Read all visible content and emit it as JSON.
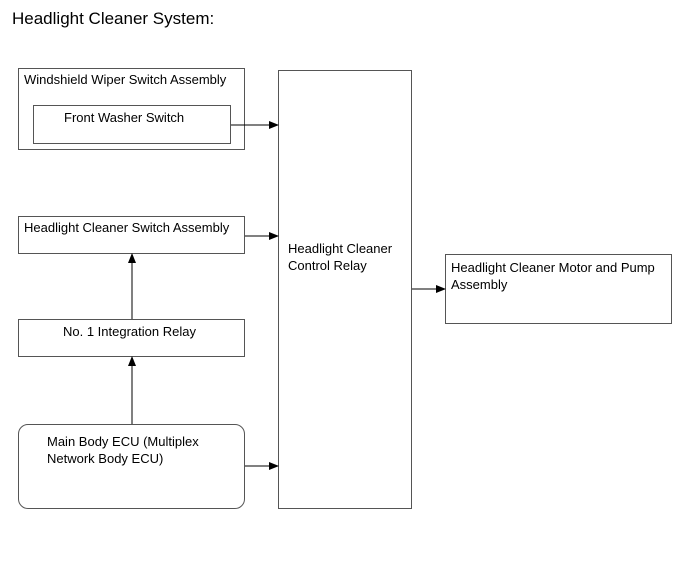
{
  "title": "Headlight Cleaner System:",
  "blocks": {
    "wiper_switch_assembly": "Windshield Wiper Switch Assembly",
    "front_washer_switch": "Front Washer Switch",
    "headlight_cleaner_switch_assembly": "Headlight Cleaner Switch Assembly",
    "integration_relay": "No. 1 Integration Relay",
    "main_body_ecu": "Main Body ECU (Multiplex\nNetwork Body ECU)",
    "control_relay": "Headlight Cleaner\nControl Relay",
    "motor_pump_assembly": "Headlight Cleaner Motor and Pump\nAssembly"
  }
}
